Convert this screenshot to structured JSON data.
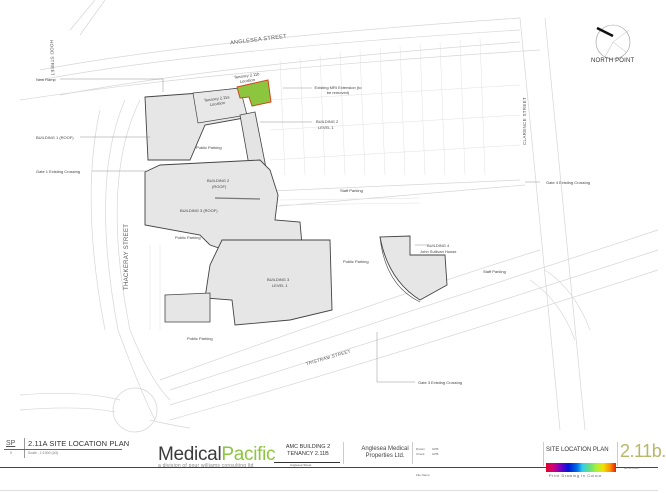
{
  "drawing": {
    "streets": {
      "anglesea": "ANGLESEA STREET",
      "hood": "HOOD STREET",
      "clarence": "CLARENCE STREET",
      "thackeray": "THACKERAY STREET",
      "tristram": "TRISTRAM STREET"
    },
    "north_point": {
      "label": "NORTH POINT",
      "icon": "north-arrow-icon"
    },
    "labels": {
      "new_ramp": "New Ramp",
      "building1_roof": "BUILDING 1 (ROOF)",
      "gate1": "Gate 1 Existing Crossing",
      "tenancy_211b": "Tenancy 2.11b Location",
      "tenancy_211a": "Tenancy 2.11a Location",
      "existing_mr": "Existing MRI Extension (to be removed)",
      "building2_l1_a": "BUILDING 2",
      "building2_l1_b": "LEVEL 1",
      "public_parking_1": "Public Parking",
      "building2_roof_a": "BUILDING 2",
      "building2_roof_b": "(ROOF)",
      "building3_roof": "BUILDING 3 (ROOF)",
      "staff_parking_1": "Staff Parking",
      "gate4": "Gate 4 Existing Crossing",
      "public_parking_2": "Public Parking",
      "public_parking_3": "Public Parking",
      "building4_a": "BUILDING 4",
      "building4_b": "John Sullivan House",
      "building3_l1_a": "BUILDING 3",
      "building3_l1_b": "LEVEL 1",
      "staff_parking_2": "Staff Parking",
      "public_parking_4": "Public Parking",
      "gate3": "Gate 3 Existing Crossing"
    },
    "colors": {
      "tenancy_fill": "#8cc63f",
      "tenancy_outline": "#d2461e",
      "building_fill": "#e6e6e6",
      "building_outline": "#444444",
      "road_lines": "#cfcfcf"
    }
  },
  "title_block": {
    "sheet_code": "SP",
    "sheet_no": "9",
    "sheet_title": "2.11A SITE LOCATION PLAN",
    "scale": "Scale - 1:1000 (A3)",
    "brand_part1": "Medical",
    "brand_part2": "Pacific",
    "brand_tagline": "a division of pour williams consulting ltd",
    "project_line1": "AMC BUILDING 2",
    "project_line2": "TENANCY 2.11B",
    "project_sub": "Anglesea Street",
    "owner_line1": "Anglesea Medical",
    "owner_line2": "Properties Ltd.",
    "drawn_label": "Drawn",
    "drawn_value": "GPB",
    "check_label": "Check",
    "check_value": "GPB",
    "file_label": "File Name",
    "plan_name": "SITE LOCATION PLAN",
    "plan_number": "2.11b.",
    "print_note": "Print Drawing In Colour",
    "date": "08.12.2016"
  }
}
